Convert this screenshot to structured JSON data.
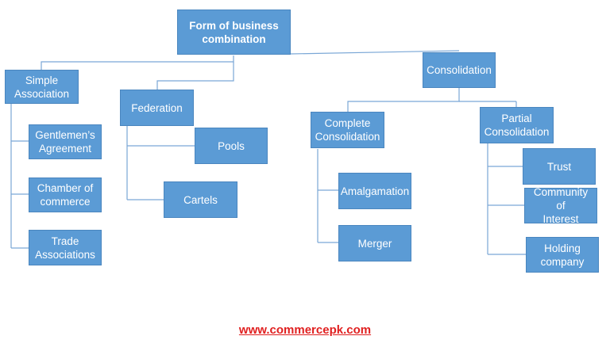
{
  "diagram": {
    "root": "Form of business\ncombination",
    "simple_association": "Simple\nAssociation",
    "gentlemens_agreement": "Gentlemen’s\nAgreement",
    "chamber_of_commerce": "Chamber of\ncommerce",
    "trade_associations": "Trade\nAssociations",
    "federation": "Federation",
    "pools": "Pools",
    "cartels": "Cartels",
    "consolidation": "Consolidation",
    "complete_consolidation": "Complete\nConsolidation",
    "amalgamation": "Amalgamation",
    "merger": "Merger",
    "partial_consolidation": "Partial\nConsolidation",
    "trust": "Trust",
    "community_of_interest": "Community of\nInterest",
    "holding_company": "Holding\ncompany"
  },
  "footer": {
    "website": "www.commercepk.com"
  },
  "colors": {
    "box_fill": "#5b9bd5",
    "connector": "#7aa7d6",
    "website_text": "#e02020"
  }
}
